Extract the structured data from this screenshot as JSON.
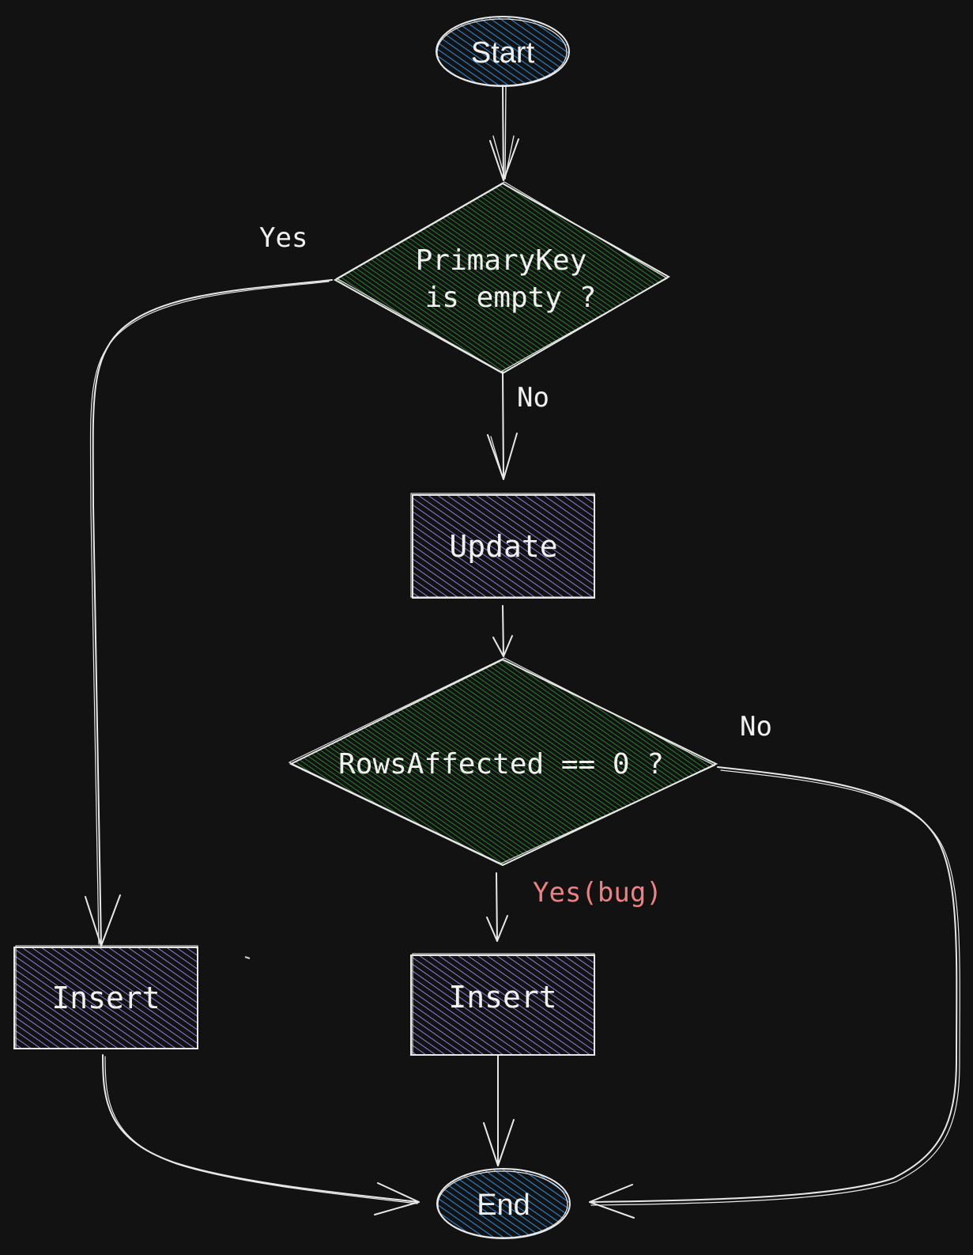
{
  "colors": {
    "background": "#121212",
    "stroke": "#e8e8e8",
    "terminal_fill": "#1e6fbf",
    "decision_fill": "#2f8f2f",
    "process_fill": "#8a78d8",
    "bug_label": "#f08080"
  },
  "nodes": {
    "start": {
      "text": "Start",
      "kind": "terminal"
    },
    "decision_pk": {
      "line1": "PrimaryKey",
      "line2": "is empty ?",
      "kind": "decision"
    },
    "update": {
      "text": "Update",
      "kind": "process"
    },
    "decision_rows": {
      "text": "RowsAffected == 0 ?",
      "kind": "decision"
    },
    "insert_left": {
      "text": "Insert",
      "kind": "process"
    },
    "insert_right": {
      "text": "Insert",
      "kind": "process"
    },
    "end": {
      "text": "End",
      "kind": "terminal"
    }
  },
  "edges": {
    "pk_yes": {
      "from": "decision_pk",
      "to": "insert_left",
      "label": "Yes"
    },
    "pk_no": {
      "from": "decision_pk",
      "to": "update",
      "label": "No"
    },
    "rows_yes": {
      "from": "decision_rows",
      "to": "insert_right",
      "label": "Yes(bug)"
    },
    "rows_no": {
      "from": "decision_rows",
      "to": "end",
      "label": "No"
    },
    "start_to_pk": {
      "from": "start",
      "to": "decision_pk",
      "label": ""
    },
    "update_to_rows": {
      "from": "update",
      "to": "decision_rows",
      "label": ""
    },
    "insert_left_to_end": {
      "from": "insert_left",
      "to": "end",
      "label": ""
    },
    "insert_right_to_end": {
      "from": "insert_right",
      "to": "end",
      "label": ""
    }
  }
}
